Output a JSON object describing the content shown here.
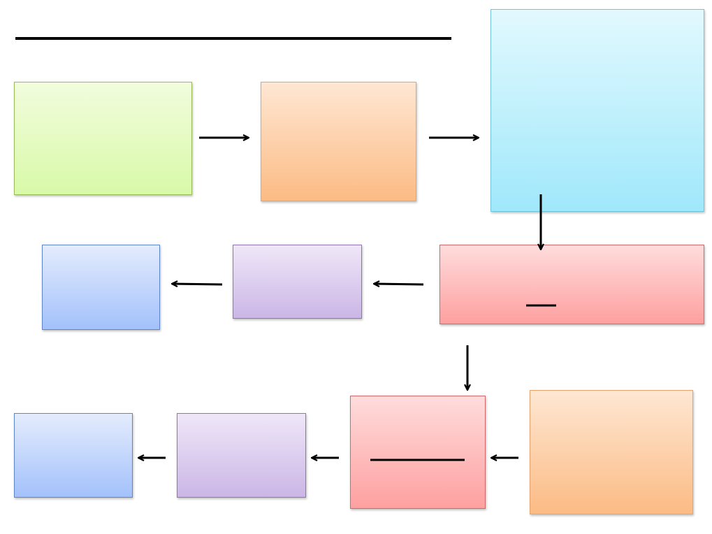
{
  "diagram": {
    "title": "",
    "nodes": [
      {
        "id": "b1",
        "color": "green",
        "text": ""
      },
      {
        "id": "b2",
        "color": "orange",
        "text": ""
      },
      {
        "id": "b3",
        "color": "cyan",
        "text": ""
      },
      {
        "id": "b4",
        "color": "red",
        "text": ""
      },
      {
        "id": "b5",
        "color": "purple",
        "text": ""
      },
      {
        "id": "b6",
        "color": "blue",
        "text": ""
      },
      {
        "id": "b7",
        "color": "orange",
        "text": ""
      },
      {
        "id": "b8",
        "color": "red",
        "text": ""
      },
      {
        "id": "b9",
        "color": "purple",
        "text": ""
      },
      {
        "id": "b10",
        "color": "blue",
        "text": ""
      }
    ],
    "edges": [
      {
        "from": "b1",
        "to": "b2"
      },
      {
        "from": "b2",
        "to": "b3"
      },
      {
        "from": "b3",
        "to": "b4"
      },
      {
        "from": "b4",
        "to": "b5"
      },
      {
        "from": "b5",
        "to": "b6"
      },
      {
        "from": "b4",
        "to": "b8"
      },
      {
        "from": "b7",
        "to": "b8"
      },
      {
        "from": "b8",
        "to": "b9"
      },
      {
        "from": "b9",
        "to": "b10"
      }
    ],
    "colors": {
      "green": "#d8f9a8",
      "orange": "#fcbb84",
      "cyan": "#a0e8fb",
      "red": "#fea0a0",
      "purple": "#cbb6e6",
      "blue": "#a3c1fb",
      "line": "#000000"
    }
  }
}
